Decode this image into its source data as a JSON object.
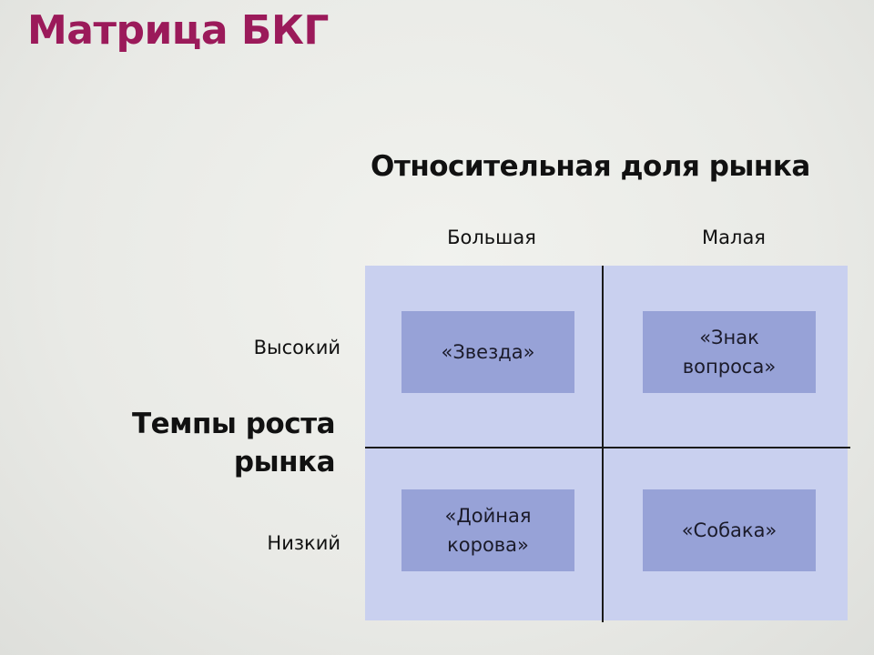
{
  "title": "Матрица БКГ",
  "x_axis": {
    "title": "Относительная доля рынка",
    "columns": [
      "Большая",
      "Малая"
    ]
  },
  "y_axis": {
    "title_lines": [
      "Темпы роста",
      "рынка"
    ],
    "rows": [
      "Высокий",
      "Низкий"
    ]
  },
  "cells": [
    {
      "lines": [
        "«Звезда»"
      ]
    },
    {
      "lines": [
        "«Знак",
        "вопроса»"
      ]
    },
    {
      "lines": [
        "«Дойная",
        "корова»"
      ]
    },
    {
      "lines": [
        "«Собака»"
      ]
    }
  ],
  "colors": {
    "title": "#9b1a5a",
    "matrix_background": "#c9d0ef",
    "cell_fill": "#97a2d7",
    "divider": "#1a1a1a"
  }
}
